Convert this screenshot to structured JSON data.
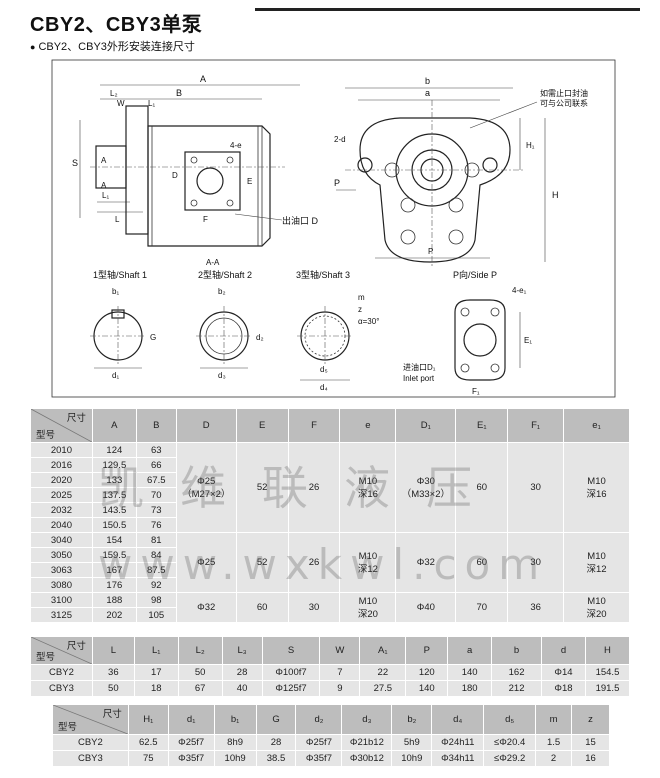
{
  "header": {
    "title": "CBY2、CBY3单泵",
    "subtitle_bullet": "●",
    "subtitle": "CBY2、CBY3外形安装连接尺寸"
  },
  "drawing": {
    "labels": {
      "A": "A",
      "B": "B",
      "L2": "L₂",
      "W": "W",
      "L1": "L₁",
      "L": "L",
      "S": "S",
      "A_top": "A",
      "A_bot": "A",
      "D1": "D",
      "E": "E",
      "F": "F",
      "four_e": "4-e",
      "outlet": "出油口 D",
      "P_arrow": "P",
      "b": "b",
      "a": "a",
      "two_d": "2-d",
      "H1": "H₁",
      "H": "H",
      "P_dim": "P",
      "note": "如需止口封油\n可与公司联系",
      "aa": "A-A",
      "shaft1": "1型轴/Shaft 1",
      "shaft2": "2型轴/Shaft 2",
      "shaft3": "3型轴/Shaft 3",
      "sideP": "P向/Side P",
      "b1": "b₁",
      "G": "G",
      "d1": "d₁",
      "b2": "b₂",
      "d2": "d₂",
      "d3": "d₃",
      "m": "m",
      "z": "z",
      "alpha": "α=30°",
      "d5": "d₅",
      "d4": "d₄",
      "four_e1": "4-e₁",
      "E1": "E₁",
      "F1": "F₁",
      "inlet_cn": "进油口D₁",
      "inlet_en": "Inlet port"
    }
  },
  "table1": {
    "corner_top": "尺寸",
    "corner_bottom": "型号",
    "headers": [
      "A",
      "B",
      "D",
      "E",
      "F",
      "e",
      "D₁",
      "E₁",
      "F₁",
      "e₁"
    ],
    "rows": [
      [
        "2010",
        "124",
        "63"
      ],
      [
        "2016",
        "129.5",
        "66"
      ],
      [
        "2020",
        "133",
        "67.5"
      ],
      [
        "2025",
        "137.5",
        "70"
      ],
      [
        "2032",
        "143.5",
        "73"
      ],
      [
        "2040",
        "150.5",
        "76"
      ],
      [
        "3040",
        "154",
        "81"
      ],
      [
        "3050",
        "159.5",
        "84"
      ],
      [
        "3063",
        "167",
        "87.5"
      ],
      [
        "3080",
        "176",
        "92"
      ],
      [
        "3100",
        "188",
        "98"
      ],
      [
        "3125",
        "202",
        "105"
      ]
    ],
    "group1": {
      "D": [
        "Φ25",
        "（M27×2）"
      ],
      "E": "52",
      "F": "26",
      "e": [
        "M10",
        "深16"
      ],
      "D1": [
        "Φ30",
        "（M33×2）"
      ],
      "E1": "60",
      "F1": "30",
      "e1": [
        "M10",
        "深16"
      ]
    },
    "group2": {
      "D": "Φ25",
      "E": "52",
      "F": "26",
      "e": [
        "M10",
        "深12"
      ],
      "D1": "Φ32",
      "E1": "60",
      "F1": "30",
      "e1": [
        "M10",
        "深12"
      ]
    },
    "group3": {
      "D": "Φ32",
      "E": "60",
      "F": "30",
      "e": [
        "M10",
        "深20"
      ],
      "D1": "Φ40",
      "E1": "70",
      "F1": "36",
      "e1": [
        "M10",
        "深20"
      ]
    }
  },
  "table2": {
    "corner_top": "尺寸",
    "corner_bottom": "型号",
    "headers": [
      "L",
      "L₁",
      "L₂",
      "L₃",
      "S",
      "W",
      "A₁",
      "P",
      "a",
      "b",
      "d",
      "H"
    ],
    "rows": [
      [
        "CBY2",
        "36",
        "17",
        "50",
        "28",
        "Φ100f7",
        "7",
        "22",
        "120",
        "140",
        "162",
        "Φ14",
        "154.5"
      ],
      [
        "CBY3",
        "50",
        "18",
        "67",
        "40",
        "Φ125f7",
        "9",
        "27.5",
        "140",
        "180",
        "212",
        "Φ18",
        "191.5"
      ]
    ]
  },
  "table3": {
    "corner_top": "尺寸",
    "corner_bottom": "型号",
    "headers": [
      "H₁",
      "d₁",
      "b₁",
      "G",
      "d₂",
      "d₃",
      "b₂",
      "d₄",
      "d₅",
      "m",
      "z"
    ],
    "rows": [
      [
        "CBY2",
        "62.5",
        "Φ25f7",
        "8h9",
        "28",
        "Φ25f7",
        "Φ21b12",
        "5h9",
        "Φ24h11",
        "≤Φ20.4",
        "1.5",
        "15"
      ],
      [
        "CBY3",
        "75",
        "Φ35f7",
        "10h9",
        "38.5",
        "Φ35f7",
        "Φ30b12",
        "10h9",
        "Φ34h11",
        "≤Φ29.2",
        "2",
        "16"
      ]
    ]
  },
  "watermark": {
    "line1": "凯维联液压",
    "line2": "www.wxkwl.com"
  }
}
